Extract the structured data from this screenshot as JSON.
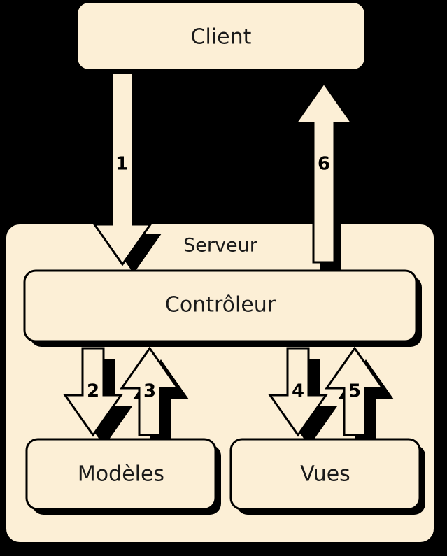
{
  "diagram": {
    "title_alt": "MVC client-server flow diagram",
    "background_color": "#000000",
    "fill_color": "#FCEFD6",
    "stroke_color": "#000000",
    "shadow_color": "#000000",
    "text_color": "#1A1A1A"
  },
  "nodes": {
    "client": {
      "label": "Client"
    },
    "serveur": {
      "label": "Serveur"
    },
    "controleur": {
      "label": "Contrôleur"
    },
    "modeles": {
      "label": "Modèles"
    },
    "vues": {
      "label": "Vues"
    }
  },
  "flows": [
    {
      "id": "1",
      "label": "1",
      "from": "client",
      "to": "controleur",
      "direction": "down"
    },
    {
      "id": "2",
      "label": "2",
      "from": "controleur",
      "to": "modeles",
      "direction": "down"
    },
    {
      "id": "3",
      "label": "3",
      "from": "modeles",
      "to": "controleur",
      "direction": "up"
    },
    {
      "id": "4",
      "label": "4",
      "from": "controleur",
      "to": "vues",
      "direction": "down"
    },
    {
      "id": "5",
      "label": "5",
      "from": "vues",
      "to": "controleur",
      "direction": "up"
    },
    {
      "id": "6",
      "label": "6",
      "from": "controleur",
      "to": "client",
      "direction": "up"
    }
  ]
}
